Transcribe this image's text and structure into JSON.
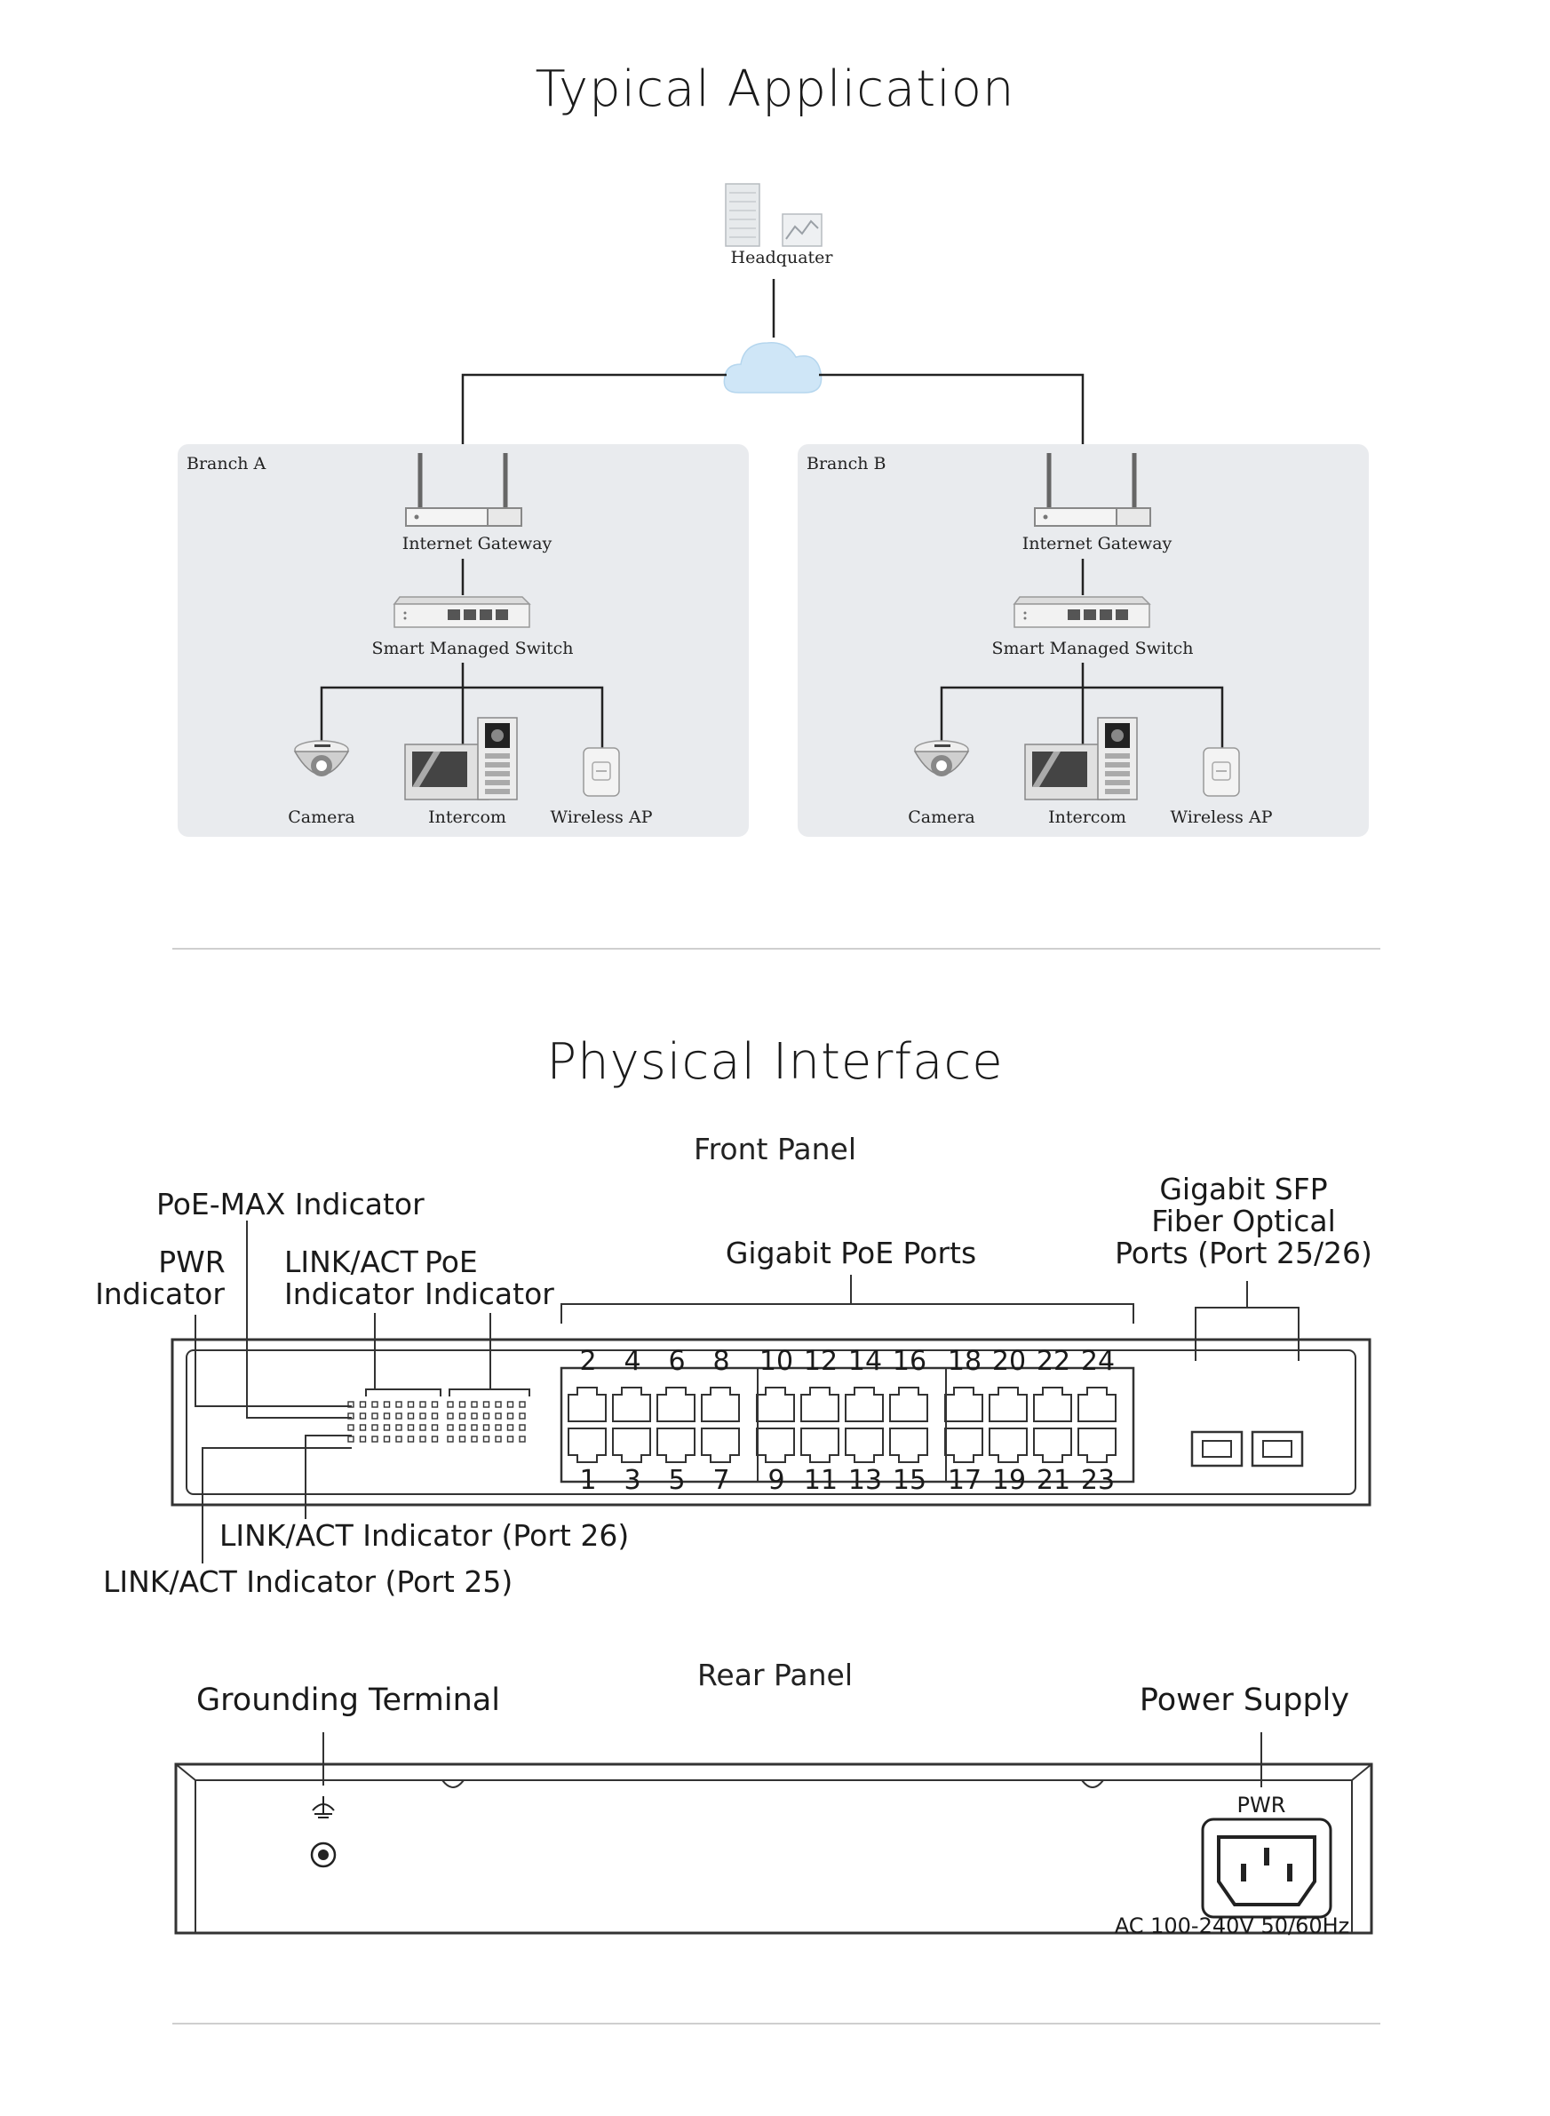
{
  "typical_application": {
    "title": "Typical Application",
    "headquarter": "Headquater",
    "branches": [
      {
        "label": "Branch A",
        "gateway": "Internet Gateway",
        "switch": "Smart Managed Switch",
        "devices": [
          "Camera",
          "Intercom",
          "Wireless AP"
        ]
      },
      {
        "label": "Branch B",
        "gateway": "Internet Gateway",
        "switch": "Smart Managed Switch",
        "devices": [
          "Camera",
          "Intercom",
          "Wireless AP"
        ]
      }
    ]
  },
  "physical_interface": {
    "title": "Physical Interface",
    "front_panel": {
      "title": "Front Panel",
      "labels": {
        "poe_max": "PoE-MAX Indicator",
        "pwr_line1": "PWR",
        "pwr_line2": "Indicator",
        "linkact_line1": "LINK/ACT",
        "linkact_line2": "Indicator",
        "poe_line1": "PoE",
        "poe_line2": "Indicator",
        "gigabit_poe_ports": "Gigabit PoE Ports",
        "sfp_line1": "Gigabit SFP",
        "sfp_line2": "Fiber Optical",
        "sfp_line3": "Ports (Port 25/26)",
        "linkact_port26": "LINK/ACT Indicator (Port 26)",
        "linkact_port25": "LINK/ACT Indicator (Port 25)"
      },
      "top_port_numbers": [
        "2",
        "4",
        "6",
        "8",
        "10",
        "12",
        "14",
        "16",
        "18",
        "20",
        "22",
        "24"
      ],
      "bottom_port_numbers": [
        "1",
        "3",
        "5",
        "7",
        "9",
        "11",
        "13",
        "15",
        "17",
        "19",
        "21",
        "23"
      ]
    },
    "rear_panel": {
      "title": "Rear Panel",
      "grounding_terminal": "Grounding Terminal",
      "power_supply": "Power Supply",
      "pwr_label": "PWR",
      "ac_spec": "AC 100-240V 50/60Hz"
    }
  },
  "colors": {
    "branch_box": "#e9ebee",
    "cloud": "#cfe6f7",
    "line": "#222222",
    "divider": "#cfcfcf"
  }
}
